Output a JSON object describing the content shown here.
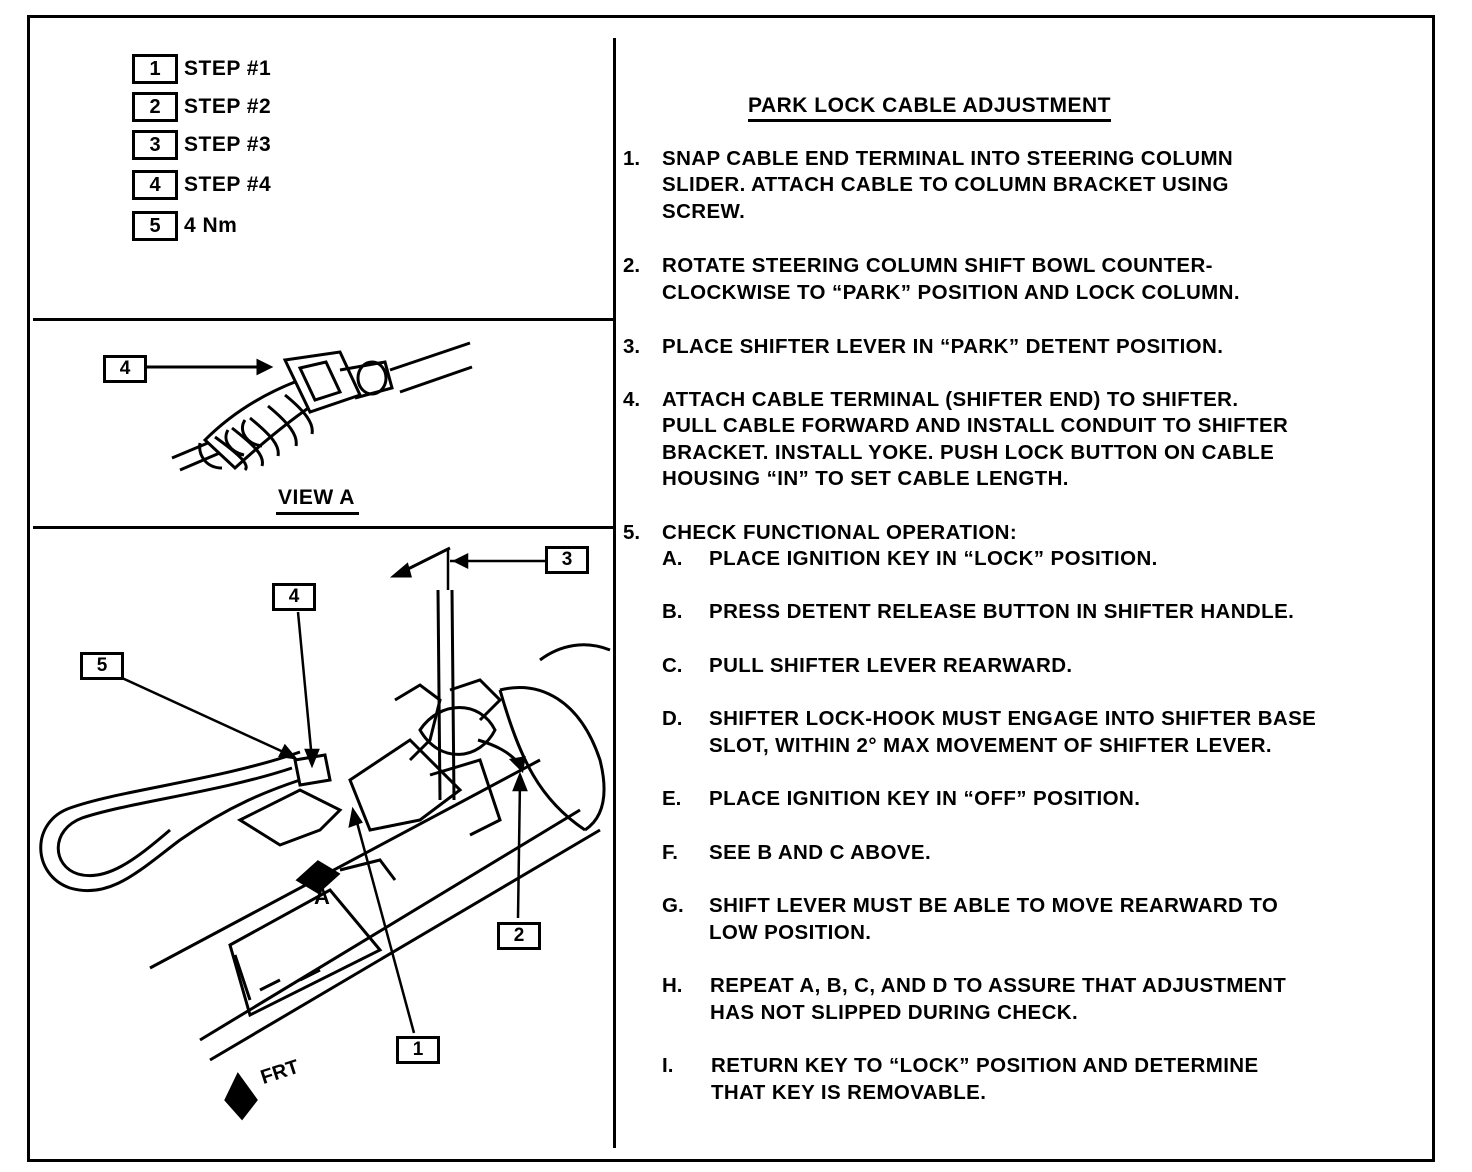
{
  "legend": {
    "items": [
      {
        "num": "1",
        "label": "STEP #1"
      },
      {
        "num": "2",
        "label": "STEP #2"
      },
      {
        "num": "3",
        "label": "STEP #3"
      },
      {
        "num": "4",
        "label": "STEP #4"
      },
      {
        "num": "5",
        "label": "4 Nm"
      }
    ]
  },
  "view_a": {
    "callout": "4",
    "label": "VIEW A"
  },
  "main_diagram": {
    "callouts": {
      "c1": "1",
      "c2": "2",
      "c3": "3",
      "c4": "4",
      "c5": "5"
    },
    "view_marker": "A",
    "front_label": "FRT"
  },
  "instructions": {
    "title": "PARK LOCK CABLE ADJUSTMENT",
    "steps": [
      {
        "num": "1.",
        "lines": [
          "SNAP CABLE END TERMINAL INTO STEERING COLUMN",
          "SLIDER. ATTACH CABLE TO COLUMN BRACKET USING",
          "SCREW."
        ]
      },
      {
        "num": "2.",
        "lines": [
          "ROTATE STEERING COLUMN SHIFT BOWL COUNTER-",
          "CLOCKWISE TO “PARK” POSITION AND LOCK COLUMN."
        ]
      },
      {
        "num": "3.",
        "lines": [
          "PLACE SHIFTER LEVER IN “PARK” DETENT POSITION."
        ]
      },
      {
        "num": "4.",
        "lines": [
          "ATTACH CABLE TERMINAL (SHIFTER END) TO SHIFTER.",
          "PULL CABLE FORWARD AND INSTALL CONDUIT TO SHIFTER",
          "BRACKET. INSTALL YOKE. PUSH LOCK BUTTON ON CABLE",
          "HOUSING “IN” TO SET CABLE LENGTH."
        ]
      },
      {
        "num": "5.",
        "lines": [
          "CHECK FUNCTIONAL OPERATION:"
        ]
      }
    ],
    "substeps": [
      {
        "letter": "A.",
        "lines": [
          "PLACE IGNITION KEY IN “LOCK” POSITION."
        ]
      },
      {
        "letter": "B.",
        "lines": [
          "PRESS DETENT RELEASE BUTTON IN SHIFTER HANDLE."
        ]
      },
      {
        "letter": "C.",
        "lines": [
          "PULL SHIFTER LEVER REARWARD."
        ]
      },
      {
        "letter": "D.",
        "lines": [
          "SHIFTER LOCK-HOOK MUST ENGAGE INTO SHIFTER BASE",
          "SLOT, WITHIN 2° MAX MOVEMENT OF SHIFTER LEVER."
        ]
      },
      {
        "letter": "E.",
        "lines": [
          "PLACE IGNITION KEY IN “OFF” POSITION."
        ]
      },
      {
        "letter": "F.",
        "lines": [
          "SEE B AND C ABOVE."
        ]
      },
      {
        "letter": "G.",
        "lines": [
          "SHIFT LEVER MUST BE ABLE TO MOVE REARWARD TO",
          "LOW POSITION."
        ]
      },
      {
        "letter": "H.",
        "lines": [
          "REPEAT A, B, C, AND D TO ASSURE THAT ADJUSTMENT",
          "HAS NOT SLIPPED DURING CHECK."
        ]
      },
      {
        "letter": "I.",
        "lines": [
          "RETURN KEY TO “LOCK” POSITION AND DETERMINE",
          "THAT KEY IS REMOVABLE."
        ]
      }
    ]
  }
}
